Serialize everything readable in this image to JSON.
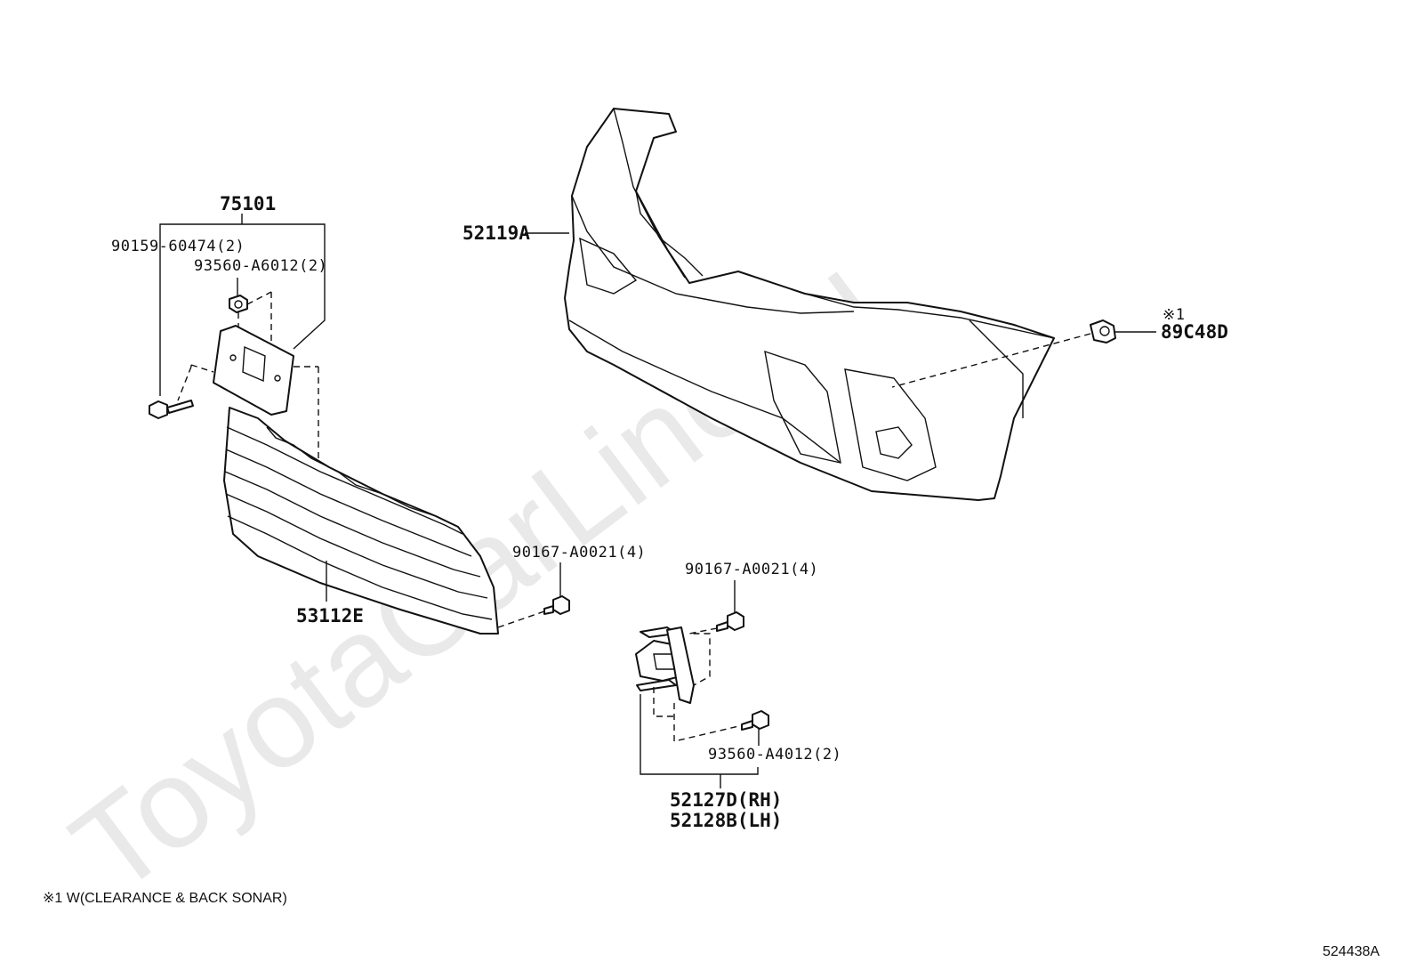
{
  "watermark": "ToyotaCarLine.ru",
  "parts": {
    "bumper_cover": "52119A",
    "sensor": "89C48D",
    "sensor_note_mark": "※1",
    "bracket": "75101",
    "bracket_bolt": "90159-60474(2)",
    "bracket_nut": "93560-A6012(2)",
    "grille": "53112E",
    "grille_screw": "90167-A0021(4)",
    "cover_screw": "90167-A0021(4)",
    "cover_nut": "93560-A4012(2)",
    "cover_rh": "52127D(RH)",
    "cover_lh": "52128B(LH)"
  },
  "footnote": "※1 W(CLEARANCE & BACK SONAR)",
  "diagram_ref": "524438A"
}
